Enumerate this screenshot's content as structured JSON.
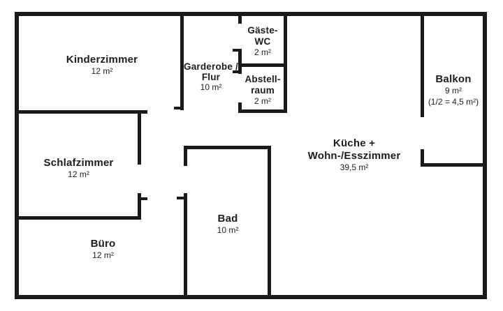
{
  "plan_title": "apartment-floor-plan",
  "colors": {
    "wall": "#1a1a1a",
    "text": "#1d1d1d",
    "background": "#ffffff"
  },
  "rooms": {
    "kinderzimmer": {
      "name": "Kinderzimmer",
      "area": "12 m²"
    },
    "garderobe_flur": {
      "name_line1": "Garderobe /",
      "name_line2": "Flur",
      "area": "10 m²"
    },
    "gaeste_wc": {
      "name_line1": "Gäste-",
      "name_line2": "WC",
      "area": "2 m²"
    },
    "abstellraum": {
      "name_line1": "Abstell-",
      "name_line2": "raum",
      "area": "2 m²"
    },
    "balkon": {
      "name": "Balkon",
      "area": "9 m²",
      "note": "(1/2 = 4,5 m²)"
    },
    "kueche_wohn_esszimmer": {
      "name_line1": "Küche +",
      "name_line2": "Wohn-/Esszimmer",
      "area": "39,5 m²"
    },
    "schlafzimmer": {
      "name": "Schlafzimmer",
      "area": "12 m²"
    },
    "bad": {
      "name": "Bad",
      "area": "10 m²"
    },
    "buero": {
      "name": "Büro",
      "area": "12 m²"
    }
  }
}
